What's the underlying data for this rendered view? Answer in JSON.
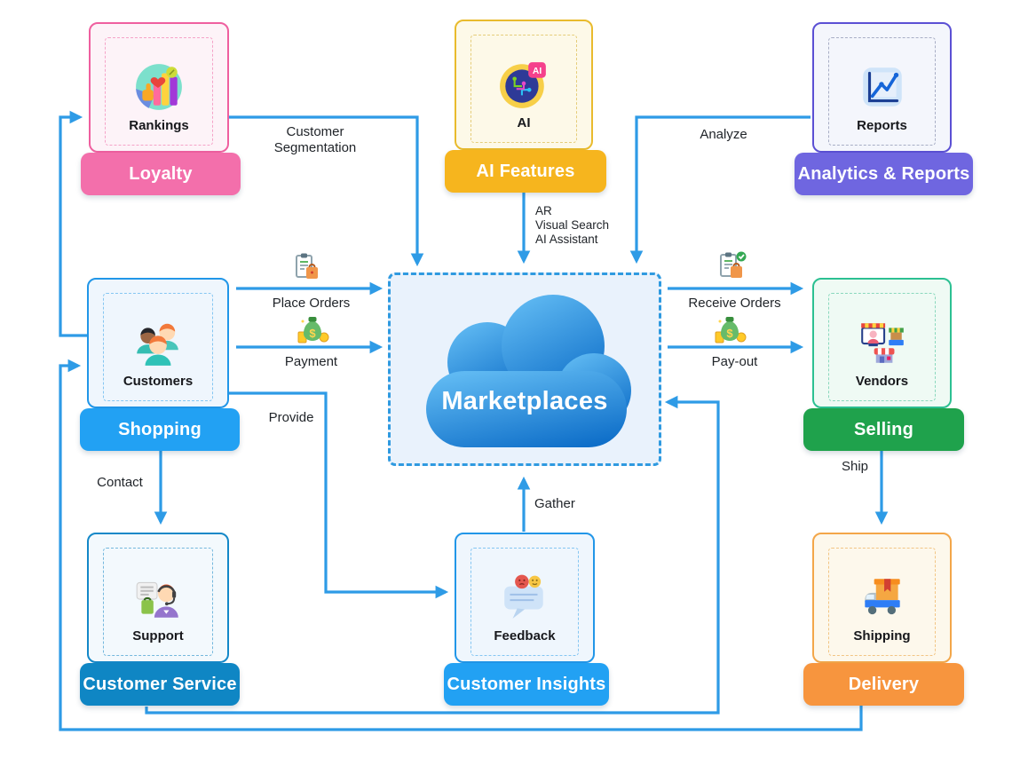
{
  "center": {
    "label": "Marketplaces"
  },
  "nodes": {
    "loyalty": {
      "banner": "Loyalty",
      "item": "Rankings"
    },
    "ai_features": {
      "banner": "AI Features",
      "item": "AI"
    },
    "analytics": {
      "banner": "Analytics & Reports",
      "item": "Reports"
    },
    "shopping": {
      "banner": "Shopping",
      "item": "Customers"
    },
    "selling": {
      "banner": "Selling",
      "item": "Vendors"
    },
    "customer_service": {
      "banner": "Customer Service",
      "item": "Support"
    },
    "customer_insights": {
      "banner": "Customer Insights",
      "item": "Feedback"
    },
    "delivery": {
      "banner": "Delivery",
      "item": "Shipping"
    }
  },
  "edges": {
    "customer_segmentation": "Customer Segmentation",
    "analyze": "Analyze",
    "ai_capabilities": [
      "AR",
      "Visual Search",
      "AI Assistant"
    ],
    "place_orders": "Place Orders",
    "payment": "Payment",
    "receive_orders": "Receive Orders",
    "pay_out": "Pay-out",
    "provide": "Provide",
    "contact": "Contact",
    "gather": "Gather",
    "ship": "Ship"
  },
  "icons": {
    "ai_badge": "AI",
    "money_symbol": "$"
  },
  "colors": {
    "connector": "#2e9be6",
    "loyalty_banner": "#f36fab",
    "ai_banner": "#f6b51e",
    "analytics_banner": "#6f66e0",
    "shopping_banner": "#22a1f3",
    "selling_banner": "#1fa24c",
    "customer_service_banner": "#0f86c4",
    "customer_insights_banner": "#22a1f3",
    "delivery_banner": "#f7953e",
    "cloud_gradient_top": "#5fb9f2",
    "cloud_gradient_bottom": "#0f6fc9"
  }
}
